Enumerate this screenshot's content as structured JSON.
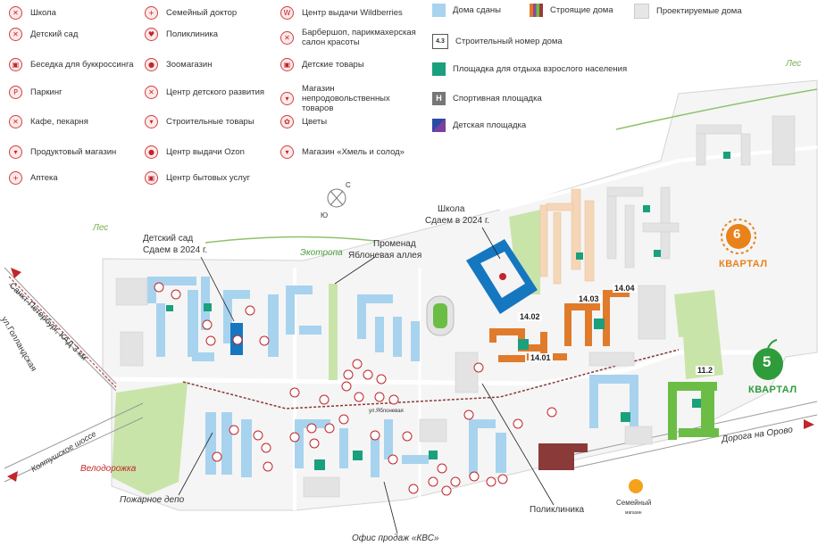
{
  "legend": {
    "poi_col1": [
      {
        "icon": "school-icon",
        "label": "Школа"
      },
      {
        "icon": "kindergarten-icon",
        "label": "Детский сад"
      },
      {
        "icon": "bookcrossing-gazebo-icon",
        "label": "Беседка для буккроссинга"
      },
      {
        "icon": "parking-icon",
        "label": "Паркинг"
      },
      {
        "icon": "cafe-icon",
        "label": "Кафе, пекарня"
      },
      {
        "icon": "grocery-icon",
        "label": "Продуктовый магазин"
      },
      {
        "icon": "pharmacy-icon",
        "label": "Аптека"
      }
    ],
    "poi_col2": [
      {
        "icon": "family-doctor-icon",
        "label": "Семейный доктор"
      },
      {
        "icon": "clinic-icon",
        "label": "Поликлиника"
      },
      {
        "icon": "pet-shop-icon",
        "label": "Зоомагазин"
      },
      {
        "icon": "child-development-icon",
        "label": "Центр детского развития"
      },
      {
        "icon": "building-goods-icon",
        "label": "Строительные товары"
      },
      {
        "icon": "ozon-pickup-icon",
        "label": "Центр выдачи Ozon"
      },
      {
        "icon": "household-services-icon",
        "label": "Центр бытовых услуг"
      }
    ],
    "poi_col3": [
      {
        "icon": "wildberries-pickup-icon",
        "label": "Центр выдачи Wildberries"
      },
      {
        "icon": "barbershop-icon",
        "label": "Барбершоп, парикмахерская салон красоты"
      },
      {
        "icon": "kids-goods-icon",
        "label": "Детские товары"
      },
      {
        "icon": "nonfood-store-icon",
        "label": "Магазин непродовольственных товаров"
      },
      {
        "icon": "flowers-icon",
        "label": "Цветы"
      },
      {
        "icon": "beer-store-icon",
        "label": "Магазин «Хмель и солод»"
      }
    ],
    "status": [
      {
        "label": "Дома сданы",
        "color": "#a7d3ef"
      },
      {
        "label": "Строящие дома",
        "colors": [
          "#e07b2c",
          "#8e4a9a",
          "#6cbd45",
          "#9c3b3b"
        ]
      },
      {
        "label": "Проектируемые дома",
        "color": "#e6e6e6"
      },
      {
        "label": "Строительный номер дома",
        "badge": "4.3"
      },
      {
        "label": "Площадка для отдыха взрослого населения",
        "color": "#1aa07d"
      },
      {
        "label": "Спортивная площадка",
        "icon": "sport-ground-icon"
      },
      {
        "label": "Детская площадка",
        "colors": [
          "#2b4aa6",
          "#7b3fa0"
        ]
      }
    ]
  },
  "map": {
    "forest_top": "Лес",
    "forest_left": "Лес",
    "ecotrail": "Экотропа",
    "compass": {
      "n": "С",
      "s": "Ю"
    },
    "kindergarten": [
      "Детский сад",
      "Сдаем в 2024 г."
    ],
    "school": [
      "Школа",
      "Сдаем в 2024 г."
    ],
    "promenade": [
      "Променад",
      "Яблоневая аллея"
    ],
    "road_spb": "Санкт-Петербург, КАД 3 км",
    "road_golland": "ул.Голландская",
    "road_koltush": "Колтушское шоссе",
    "road_orovo": "Дорога на Орово",
    "street_small": "ул.Яблоневая",
    "velodrome": "Велодорожка",
    "fire_depot": "Пожарное депо",
    "sales_office": "Офис продаж «КВС»",
    "polyclinic": "Поликлиника",
    "semeyny": [
      "Семейный",
      "магазин"
    ],
    "quarter6": {
      "num": "6",
      "label": "КВАРТАЛ",
      "color": "#e8831c"
    },
    "quarter5": {
      "num": "5",
      "label": "КВАРТАЛ",
      "color": "#2e9c3a"
    },
    "building_numbers": [
      "14.04",
      "14.03",
      "14.02",
      "14.01",
      "11.2"
    ]
  },
  "colors": {
    "delivered": "#a7d3ef",
    "planned": "#e6e6e6",
    "orange": "#e07b2c",
    "beige": "#f5d7b8",
    "green_build": "#6cbd45",
    "brown": "#8b3a3a",
    "school_blue": "#1577c0",
    "park": "#c9e4a9",
    "teal": "#1aa07d",
    "poi_red": "#c0262b"
  }
}
